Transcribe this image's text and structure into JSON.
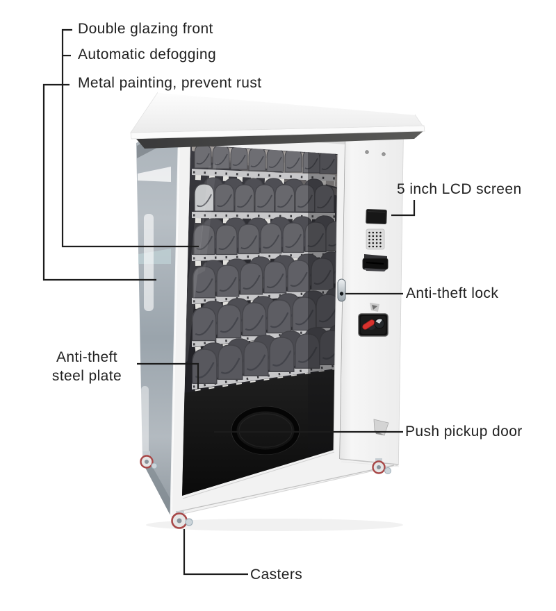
{
  "diagram": {
    "subject": "vending-machine-feature-callouts",
    "labels": {
      "double_glazing": "Double glazing front",
      "automatic_defogging": "Automatic defogging",
      "metal_painting": "Metal painting, prevent rust",
      "lcd_screen": "5 inch LCD screen",
      "anti_theft_lock": "Anti-theft lock",
      "steel_plate_line1": "Anti-theft",
      "steel_plate_line2": "steel plate",
      "push_pickup_door": "Push pickup door",
      "casters": "Casters"
    }
  },
  "colors": {
    "background": "#ffffff",
    "label_text": "#212121",
    "callout_line": "#1c1c1c",
    "machine_body_white": "#f2f2f2",
    "roof_underside_grey": "#464644",
    "side_panel_grey": "#a3acb3",
    "glass_interior_dark": "#232327",
    "shelf_rail_grey": "#c8c8ca",
    "product_grey": "#66666b",
    "delivery_panel_black": "#121212",
    "coin_handle_red": "#d8322e",
    "lock_silver": "#ccd2d6"
  }
}
